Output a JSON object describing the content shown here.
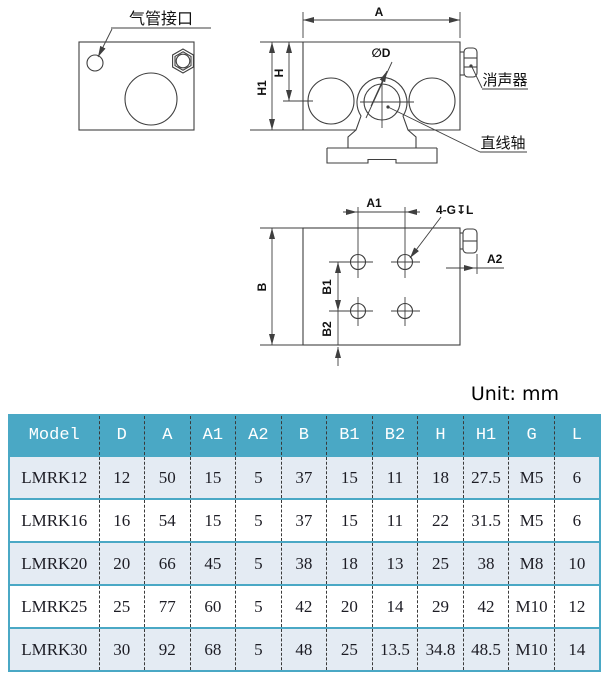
{
  "page": {
    "unit_label": "Unit: mm"
  },
  "drawing": {
    "callouts": {
      "air_port": "气管接口",
      "muffler": "消声器",
      "linear_shaft": "直线轴",
      "thread_note": "4-G↧L"
    },
    "dims": {
      "A": "A",
      "H": "H",
      "H1": "H1",
      "D": "∅D",
      "A1": "A1",
      "A2": "A2",
      "B": "B",
      "B1": "B1",
      "B2": "B2"
    }
  },
  "table": {
    "columns": [
      "Model",
      "D",
      "A",
      "A1",
      "A2",
      "B",
      "B1",
      "B2",
      "H",
      "H1",
      "G",
      "L"
    ],
    "rows": [
      [
        "LMRK12",
        "12",
        "50",
        "15",
        "5",
        "37",
        "15",
        "11",
        "18",
        "27.5",
        "M5",
        "6"
      ],
      [
        "LMRK16",
        "16",
        "54",
        "15",
        "5",
        "37",
        "15",
        "11",
        "22",
        "31.5",
        "M5",
        "6"
      ],
      [
        "LMRK20",
        "20",
        "66",
        "45",
        "5",
        "38",
        "18",
        "13",
        "25",
        "38",
        "M8",
        "10"
      ],
      [
        "LMRK25",
        "25",
        "77",
        "60",
        "5",
        "42",
        "20",
        "14",
        "29",
        "42",
        "M10",
        "12"
      ],
      [
        "LMRK30",
        "30",
        "92",
        "68",
        "5",
        "48",
        "25",
        "13.5",
        "34.8",
        "48.5",
        "M10",
        "14"
      ]
    ]
  },
  "colors": {
    "header_bg": "#4AA8C5",
    "alt_row_bg": "#E4EBF3",
    "table_border": "#4AA8C5",
    "grid_line": "#3a3a3a",
    "drawing_line": "#3f3f3f",
    "text": "#1c1c24"
  }
}
